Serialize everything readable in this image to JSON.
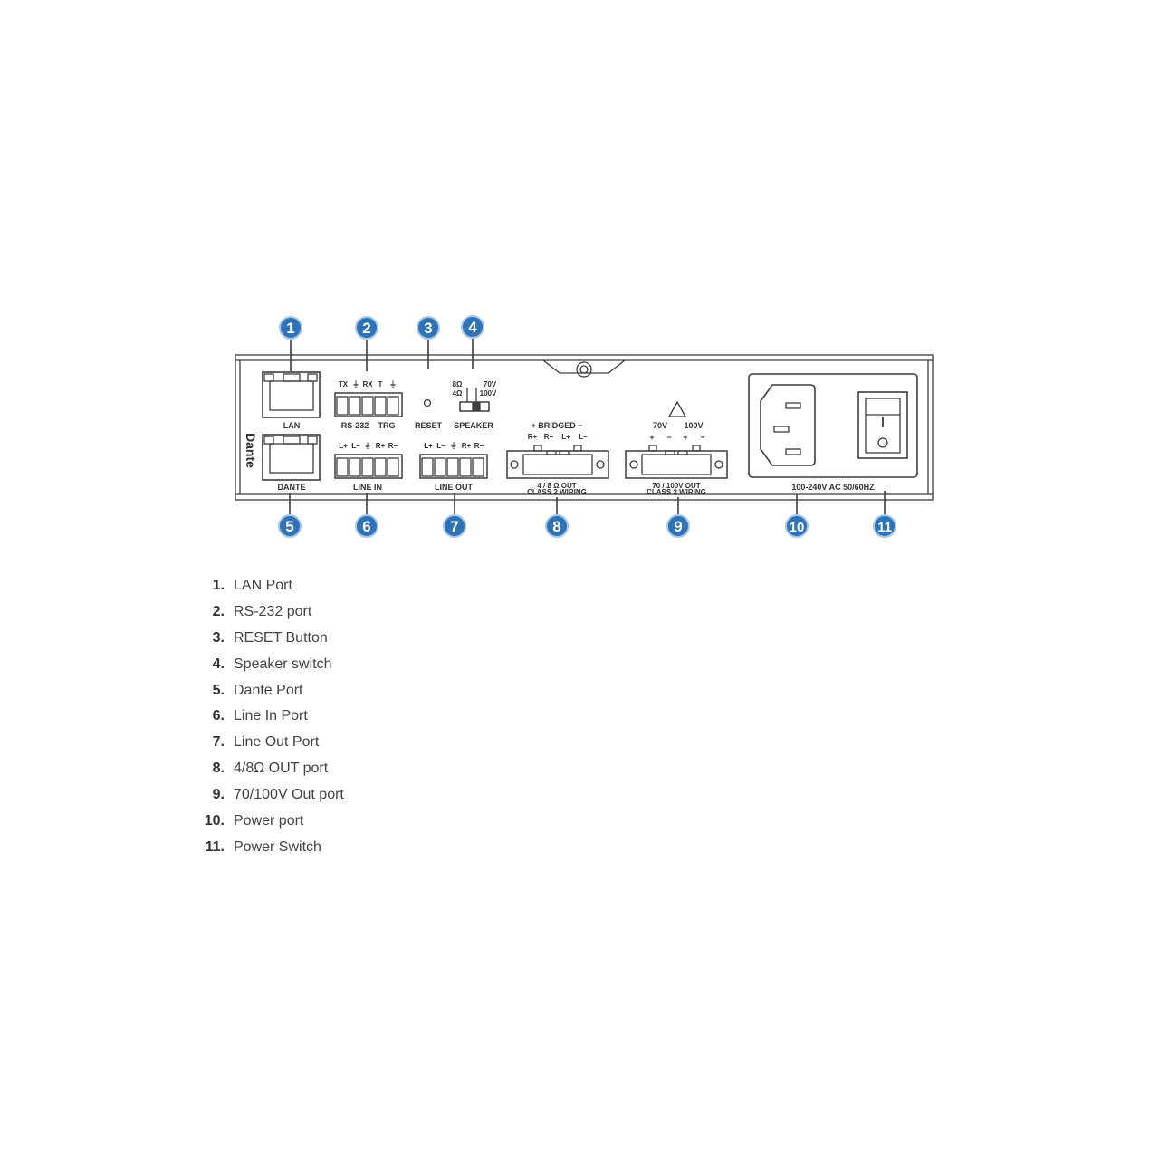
{
  "panel": {
    "brand": "Dante",
    "port_labels": {
      "lan": "LAN",
      "dante": "DANTE",
      "rs232": "RS-232",
      "trg": "TRG",
      "reset": "RESET",
      "speaker": "SPEAKER",
      "line_in": "LINE IN",
      "line_out": "LINE OUT",
      "bridged": "+ BRIDGED −",
      "out48_line1": "4 / 8 Ω OUT",
      "out48_line2": "CLASS 2 WIRING",
      "out70_line1": "70 / 100V OUT",
      "out70_line2": "CLASS 2 WIRING",
      "power": "100-240V AC 50/60HZ"
    },
    "pin_labels": {
      "rs232": [
        "TX",
        "⏚",
        "RX",
        "T",
        "⏚"
      ],
      "line": [
        "L+",
        "L−",
        "⏚",
        "R+",
        "R−"
      ],
      "bridged": [
        "R+",
        "R−",
        "L+",
        "L−"
      ],
      "out70_volts": [
        "70V",
        "100V"
      ],
      "out70_pins": [
        "+",
        "−",
        "+",
        "−"
      ],
      "speaker_switch": [
        "8Ω",
        "4Ω",
        "70V",
        "100V"
      ]
    }
  },
  "callouts": [
    "1",
    "2",
    "3",
    "4",
    "5",
    "6",
    "7",
    "8",
    "9",
    "10",
    "11"
  ],
  "legend": [
    {
      "num": "1.",
      "text": "LAN Port"
    },
    {
      "num": "2.",
      "text": "RS-232 port"
    },
    {
      "num": "3.",
      "text": "RESET Button"
    },
    {
      "num": "4.",
      "text": "Speaker switch"
    },
    {
      "num": "5.",
      "text": "Dante Port"
    },
    {
      "num": "6.",
      "text": "Line In Port"
    },
    {
      "num": "7.",
      "text": "Line Out Port"
    },
    {
      "num": "8.",
      "text": "4/8Ω OUT port"
    },
    {
      "num": "9.",
      "text": "70/100V Out port"
    },
    {
      "num": "10.",
      "text": "Power port"
    },
    {
      "num": "11.",
      "text": "Power Switch"
    }
  ],
  "colors": {
    "callout": "#2e73b8",
    "callout_ring": "#a9c8e8",
    "line": "#3d3d3d"
  }
}
